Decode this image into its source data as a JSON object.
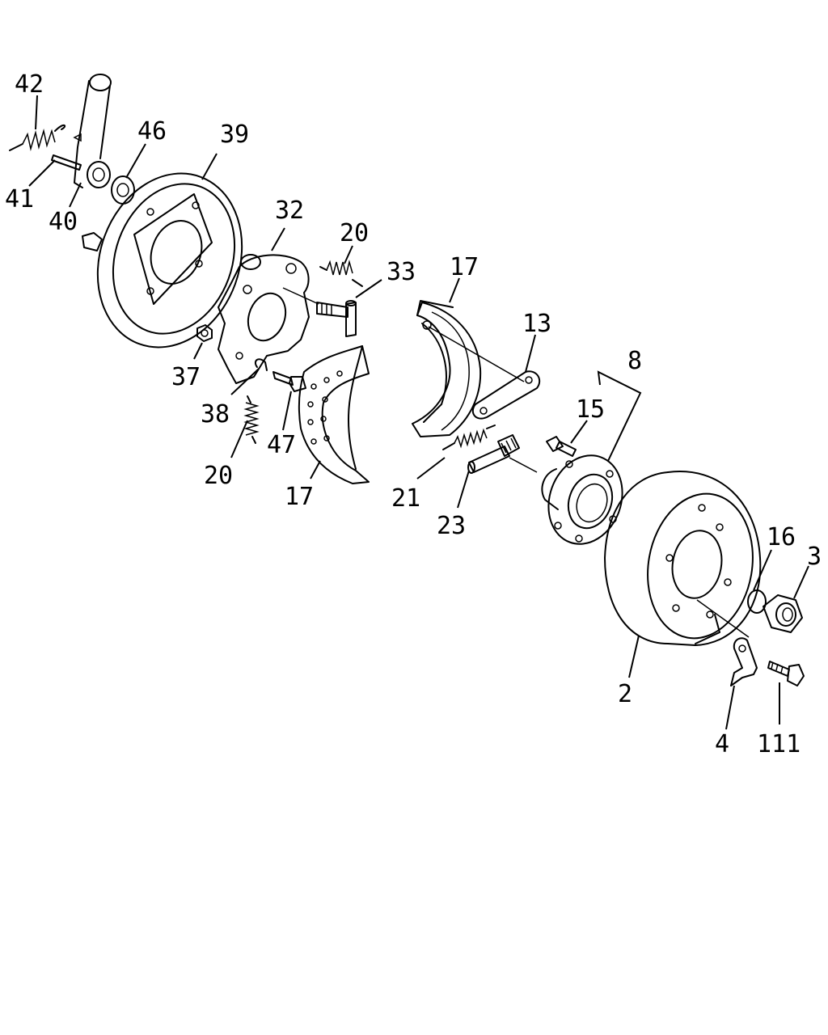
{
  "diagram": {
    "callouts": [
      "42",
      "46",
      "39",
      "41",
      "40",
      "32",
      "20",
      "33",
      "17",
      "13",
      "37",
      "38",
      "47",
      "20",
      "17",
      "8",
      "15",
      "21",
      "23",
      "16",
      "3",
      "2",
      "4",
      "111"
    ]
  }
}
